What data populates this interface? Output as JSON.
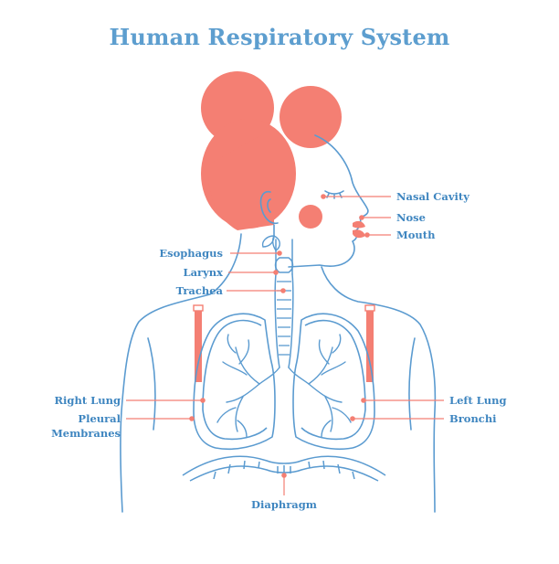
{
  "title": "Human Respiratory System",
  "labels": {
    "nasal_cavity": "Nasal Cavity",
    "nose": "Nose",
    "mouth": "Mouth",
    "esophagus": "Esophagus",
    "larynx": "Larynx",
    "trachea": "Trachea",
    "right_lung": "Right Lung",
    "pleural_1": "Pleural",
    "pleural_2": "Membranes",
    "left_lung": "Left Lung",
    "bronchi": "Bronchi",
    "diaphragm": "Diaphragm"
  },
  "colors": {
    "line": "#5b9bd0",
    "accent": "#f47f73",
    "text": "#3f86c0"
  }
}
